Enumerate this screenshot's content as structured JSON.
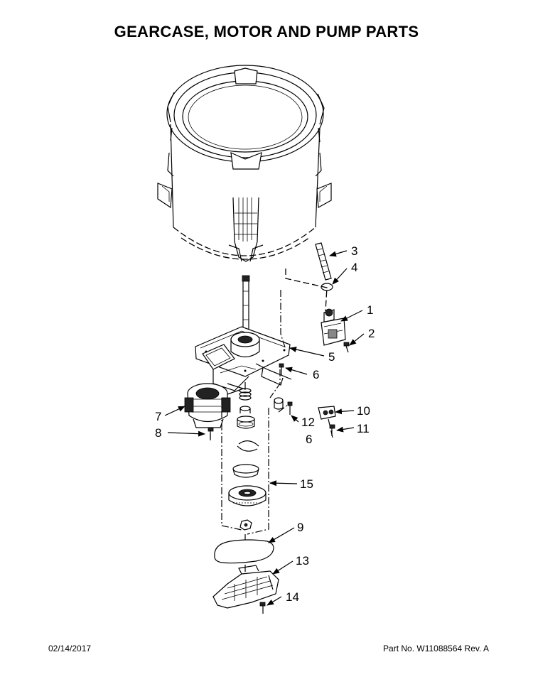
{
  "title": "GEARCASE, MOTOR AND PUMP PARTS",
  "footer": {
    "date": "02/14/2017",
    "part_no": "Part No.  W11088564  Rev.  A"
  },
  "callouts": {
    "c1": "1",
    "c2": "2",
    "c3": "3",
    "c4": "4",
    "c5": "5",
    "c6a": "6",
    "c6b": "6",
    "c7": "7",
    "c8": "8",
    "c9": "9",
    "c10": "10",
    "c11": "11",
    "c12": "12",
    "c13": "13",
    "c14": "14",
    "c15": "15"
  }
}
